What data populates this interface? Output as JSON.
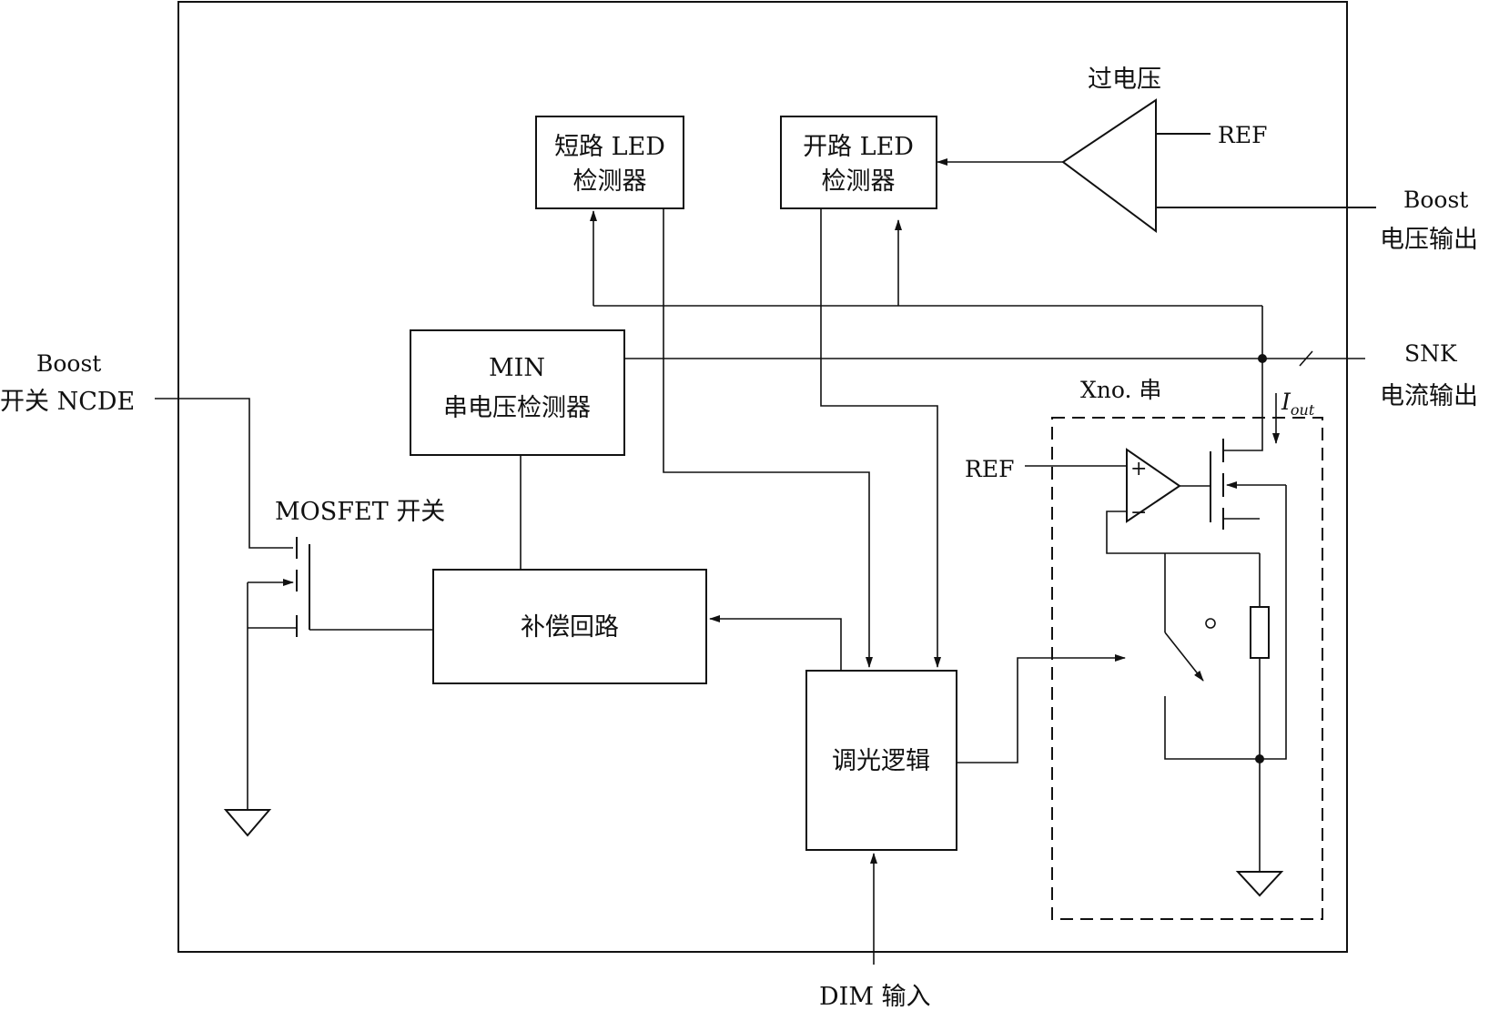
{
  "labels": {
    "overvoltage": "过电压",
    "ref_top": "REF",
    "boost_voltage_out_l1": "Boost",
    "boost_voltage_out_l2": "电压输出",
    "boost_switch_l1": "Boost",
    "boost_switch_l2": "开关 NCDE",
    "snk": "SNK",
    "current_out": "电流输出",
    "xno_string": "Xno. 串",
    "iout_main": "I",
    "iout_sub": "out",
    "ref_amp": "REF",
    "mosfet_switch": "MOSFET 开关",
    "dim_input": "DIM 输入",
    "plus_sign": "+",
    "minus_sign": "−"
  },
  "blocks": {
    "short_led_l1": "短路 LED",
    "short_led_l2": "检测器",
    "open_led_l1": "开路 LED",
    "open_led_l2": "检测器",
    "min_l1": "MIN",
    "min_l2": "串电压检测器",
    "comp_loop": "补偿回路",
    "dimming_logic": "调光逻辑"
  },
  "colors": {
    "line": "#111111",
    "background": "#ffffff"
  }
}
